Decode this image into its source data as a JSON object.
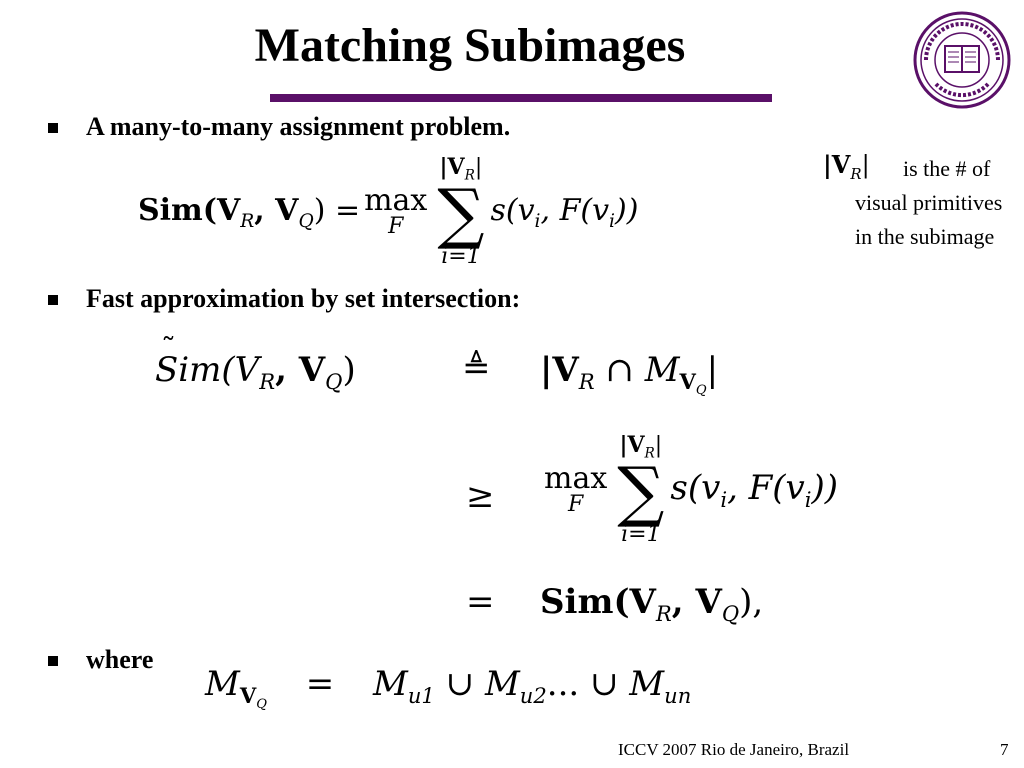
{
  "slide": {
    "title": "Matching Subimages",
    "bullets": [
      "A many-to-many assignment problem.",
      "Fast approximation by set intersection:",
      "where"
    ],
    "note": {
      "symbol": "|V",
      "symbol_sub": "R",
      "symbol_end": "|",
      "text": "is the # of visual primitives in the subimage"
    },
    "footer": {
      "venue": "ICCV 2007 Rio de Janeiro, Brazil",
      "page_number": "7"
    },
    "logo": {
      "icon": "northwestern-university-seal-icon",
      "color": "#5a1068"
    }
  },
  "equations": {
    "eq1": {
      "lhs": "Sim(V",
      "lhs_sub1": "R",
      "lhs_mid": ", V",
      "lhs_sub2": "Q",
      "lhs_end": ") = ",
      "max": "max",
      "max_sub": "F",
      "sum_top": "|V",
      "sum_top_sub": "R",
      "sum_top_end": "|",
      "sum_bottom": "i=1",
      "rhs": "s(v",
      "rhs_sub": "i",
      "rhs_mid": ", F(v",
      "rhs_sub2": "i",
      "rhs_end": "))"
    },
    "eq2": {
      "lhs": "Sim(V",
      "lhs_sub1": "R",
      "lhs_mid": ", V",
      "lhs_sub2": "Q",
      "lhs_end": ")",
      "defeq": "≜",
      "rhs": "|V",
      "rhs_sub": "R",
      "rhs_cap": " ∩ M",
      "rhs_sub2": "V",
      "rhs_sub3": "Q",
      "rhs_end": "|"
    },
    "eq3": {
      "rel": "≥",
      "max": "max",
      "max_sub": "F",
      "sum_top": "|V",
      "sum_top_sub": "R",
      "sum_top_end": "|",
      "sum_bottom": "i=1",
      "rhs": "s(v",
      "rhs_sub": "i",
      "rhs_mid": ", F(v",
      "rhs_sub2": "i",
      "rhs_end": "))"
    },
    "eq4": {
      "rel": "=",
      "rhs": "Sim(V",
      "rhs_sub1": "R",
      "rhs_mid": ", V",
      "rhs_sub2": "Q",
      "rhs_end": "),"
    },
    "eq5": {
      "lhs": "M",
      "lhs_sub": "V",
      "lhs_sub2": "Q",
      "rel": "=",
      "t1": "M",
      "t1_sub": "u1",
      "u1": " ∪ M",
      "t2_sub": "u2",
      "dots": "...",
      "u2": " ∪ M",
      "t3_sub": "un"
    }
  }
}
